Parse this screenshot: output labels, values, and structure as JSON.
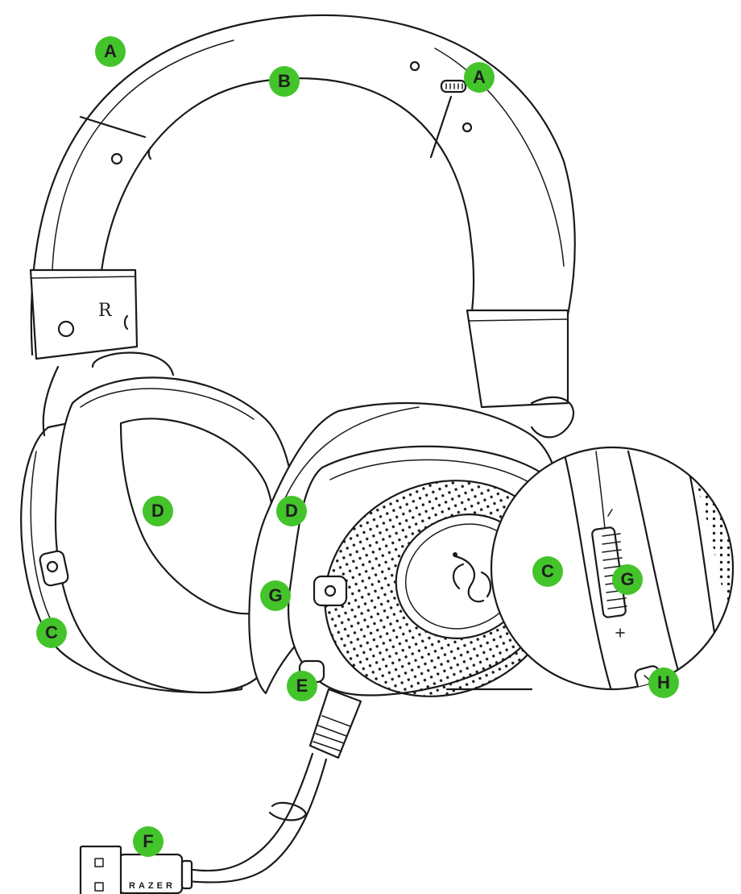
{
  "colors": {
    "callout_fill": "#43c42b",
    "line": "#1a1a1a",
    "background": "#ffffff"
  },
  "side_mark": "R",
  "cable_brand": "RAZER",
  "callouts": [
    {
      "id": "a-left",
      "label": "A"
    },
    {
      "id": "a-right",
      "label": "A"
    },
    {
      "id": "b",
      "label": "B"
    },
    {
      "id": "c-left",
      "label": "C"
    },
    {
      "id": "c-right",
      "label": "C"
    },
    {
      "id": "d-left",
      "label": "D"
    },
    {
      "id": "d-right",
      "label": "D"
    },
    {
      "id": "g-main",
      "label": "G"
    },
    {
      "id": "e",
      "label": "E"
    },
    {
      "id": "g-zoom",
      "label": "G"
    },
    {
      "id": "h",
      "label": "H"
    },
    {
      "id": "f",
      "label": "F"
    }
  ]
}
